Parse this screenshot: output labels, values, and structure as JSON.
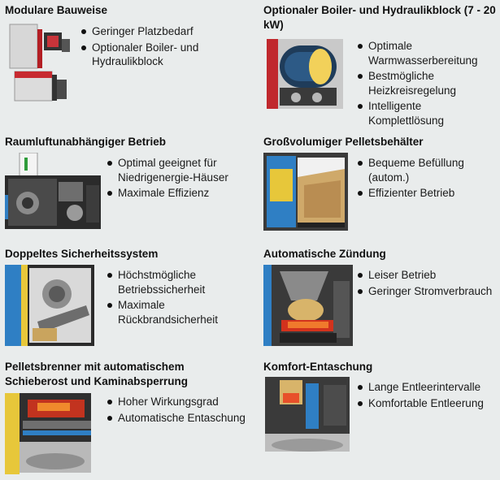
{
  "sections": [
    {
      "title": "Modulare Bauweise",
      "bullets": [
        "Geringer Platzbedarf",
        "Optionaler Boiler- und Hydraulikblock"
      ]
    },
    {
      "title": "Optionaler Boiler- und Hydraulikblock (7 - 20 kW)",
      "bullets": [
        "Optimale Warmwasserbereitung",
        "Bestmögliche Heizkreisregelung",
        "Intelligente Komplettlösung"
      ]
    },
    {
      "title": "Raumluftunabhängiger Betrieb",
      "bullets": [
        "Optimal geeignet für Niedrigenergie-Häuser",
        "Maximale Effizienz"
      ]
    },
    {
      "title": "Großvolumiger Pelletsbehälter",
      "bullets": [
        "Bequeme Befüllung (autom.)",
        "Effizienter Betrieb"
      ]
    },
    {
      "title": "Doppeltes Sicherheitssystem",
      "bullets": [
        "Höchstmögliche Betriebssicherheit",
        "Maximale Rückbrandsicherheit"
      ]
    },
    {
      "title": "Automatische Zündung",
      "bullets": [
        "Leiser Betrieb",
        "Geringer Stromverbrauch"
      ]
    },
    {
      "title": "Pelletsbrenner mit automatischem Schieberost und Kaminabsperrung",
      "bullets": [
        "Hoher Wirkungsgrad",
        "Automatische Entaschung"
      ]
    },
    {
      "title": "Komfort-Entaschung",
      "bullets": [
        "Lange Entleerintervalle",
        "Komfortable Entleerung"
      ]
    }
  ]
}
